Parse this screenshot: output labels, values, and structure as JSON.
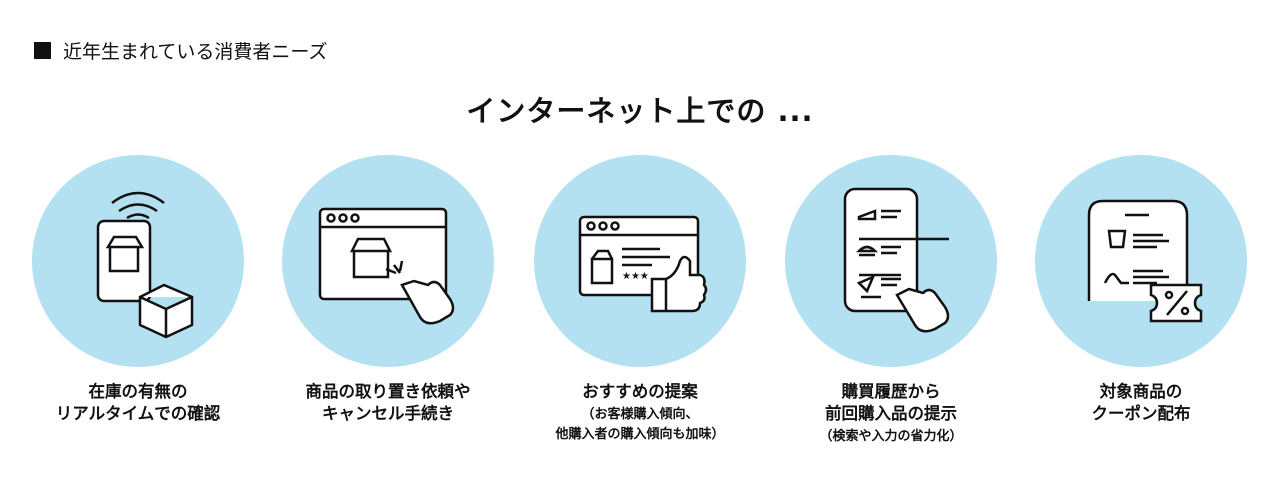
{
  "section_heading": "近年生まれている消費者ニーズ",
  "title": "インターネット上での ...",
  "items": [
    {
      "label": "在庫の有無の\nリアルタイムでの確認",
      "sub": ""
    },
    {
      "label": "商品の取り置き依頼や\nキャンセル手続き",
      "sub": ""
    },
    {
      "label": "おすすめの提案",
      "sub": "（お客様購入傾向、\n他購入者の購入傾向も加味）"
    },
    {
      "label": "購買履歴から\n前回購入品の提示",
      "sub": "（検索や入力の省力化）"
    },
    {
      "label": "対象商品の\nクーポン配布",
      "sub": ""
    }
  ],
  "colors": {
    "circle": "#b3e1f1",
    "ink": "#111111"
  }
}
